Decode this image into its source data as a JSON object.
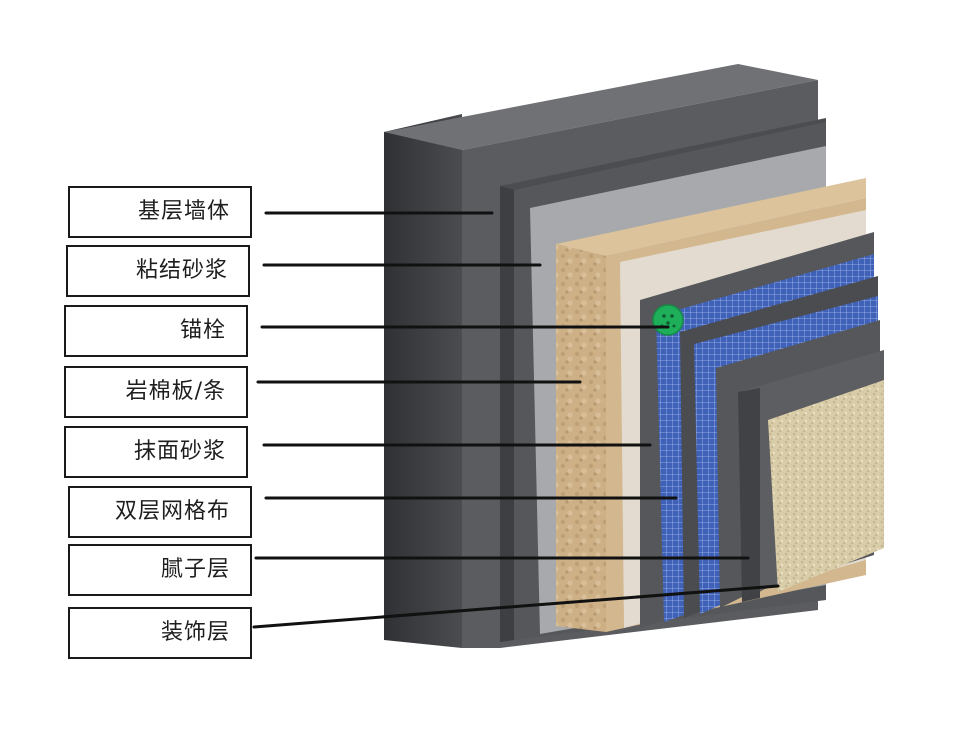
{
  "layers": [
    {
      "id": "base-wall",
      "label": "基层墙体"
    },
    {
      "id": "bonding-mortar",
      "label": "粘结砂浆"
    },
    {
      "id": "anchor",
      "label": "锚栓"
    },
    {
      "id": "rock-wool-board",
      "label": "岩棉板/条"
    },
    {
      "id": "plaster-mortar",
      "label": "抹面砂浆"
    },
    {
      "id": "double-mesh",
      "label": "双层网格布"
    },
    {
      "id": "putty-layer",
      "label": "腻子层"
    },
    {
      "id": "finish-layer",
      "label": "装饰层"
    }
  ],
  "colors": {
    "wall_front": "#5d5f62",
    "wall_top": "#6e7073",
    "wall_side": "#3f4144",
    "mortar": "#a9abae",
    "rock_wool": "#cfb38c",
    "rock_wool_light": "#e6d2b4",
    "plaster": "#e1d9cf",
    "mesh": "#3f62b8",
    "anchor": "#1fae5a",
    "finish": "#d8ccaa",
    "leader_line": "#111111"
  }
}
